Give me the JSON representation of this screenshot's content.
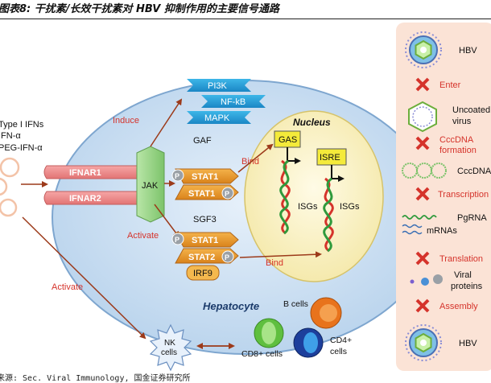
{
  "title": "图表8: 干扰素/长效干扰素对 HBV 抑制作用的主要信号通路",
  "source": "来源: Sec. Viral Immunology, 国金证券研究所",
  "left_inputs": [
    "Type I IFNs",
    "IFN-α",
    "PEG-IFN-α"
  ],
  "receptors": {
    "ifnar1": "IFNAR1",
    "ifnar2": "IFNAR2",
    "jak": "JAK"
  },
  "induce_label": "Induce",
  "pathways": [
    "PI3K",
    "NF-kB",
    "MAPK"
  ],
  "gaf": {
    "label": "GAF",
    "stat1a": "STAT1",
    "stat1b": "STAT1",
    "p": "P"
  },
  "sgf3": {
    "label": "SGF3",
    "stat1": "STAT1",
    "stat2": "STAT2",
    "irf9": "IRF9",
    "p": "P"
  },
  "activate_label": "Activate",
  "activate_nk_label": "Activate",
  "bind_labels": [
    "Bind",
    "Bind"
  ],
  "nucleus": {
    "title": "Nucleus",
    "gas": "GAS",
    "isre": "ISRE",
    "isgs": [
      "ISGs",
      "ISGs"
    ]
  },
  "hepatocyte_label": "Hepatocyte",
  "immune": {
    "nk": [
      "NK",
      "cells"
    ],
    "b": "B cells",
    "cd8": "CD8+ cells",
    "cd4": [
      "CD4+",
      "cells"
    ]
  },
  "hbv_cycle": {
    "hbv_top": "HBV",
    "enter": "Enter",
    "uncoated": [
      "Uncoated",
      "virus"
    ],
    "cccdna_formation": [
      "CccDNA",
      "formation"
    ],
    "cccdna": "CccDNA",
    "transcription": "Transcription",
    "pgrna": "PgRNA",
    "mrnas": "mRNAs",
    "translation": "Translation",
    "viral_proteins": [
      "Viral",
      "proteins"
    ],
    "assembly": "Assembly",
    "hbv_bottom": "HBV"
  },
  "colors": {
    "accent_red": "#d5332b",
    "arrow_brown": "#9c3a1a",
    "nucleus_fill": "#fbf5d3",
    "cell_fill": "#c8dff1",
    "hbv_panel": "#fbe3d6"
  }
}
